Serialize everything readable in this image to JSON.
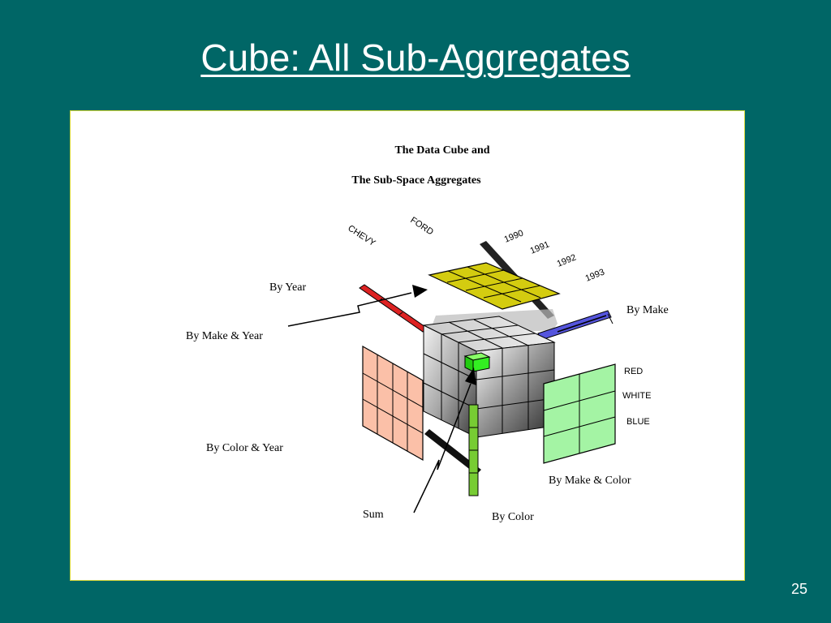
{
  "slide": {
    "title": "Cube: All Sub-Aggregates",
    "page_number": "25"
  },
  "diagram": {
    "title_line1": "The Data Cube and",
    "title_line2": "The Sub-Space Aggregates",
    "make_labels": [
      "CHEVY",
      "FORD"
    ],
    "year_labels": [
      "1990",
      "1991",
      "1992",
      "1993"
    ],
    "color_labels": [
      "RED",
      "WHITE",
      "BLUE"
    ],
    "aggregate_labels": {
      "by_year": "By Year",
      "by_make_year": "By Make & Year",
      "by_make": "By Make",
      "by_color_year": "By Color & Year",
      "by_make_color": "By Make & Color",
      "sum": "Sum",
      "by_color": "By Color"
    },
    "colors": {
      "background": "#006666",
      "by_make_year_plane": "#d4cc10",
      "by_color_year_plane": "#fbc0a8",
      "by_make_color_plane": "#a4f4a4",
      "sum_cell": "#33ee22",
      "by_color_bar": "#77cc33",
      "by_year_bar": "#dd2222",
      "by_make_bar": "#5555dd"
    }
  }
}
